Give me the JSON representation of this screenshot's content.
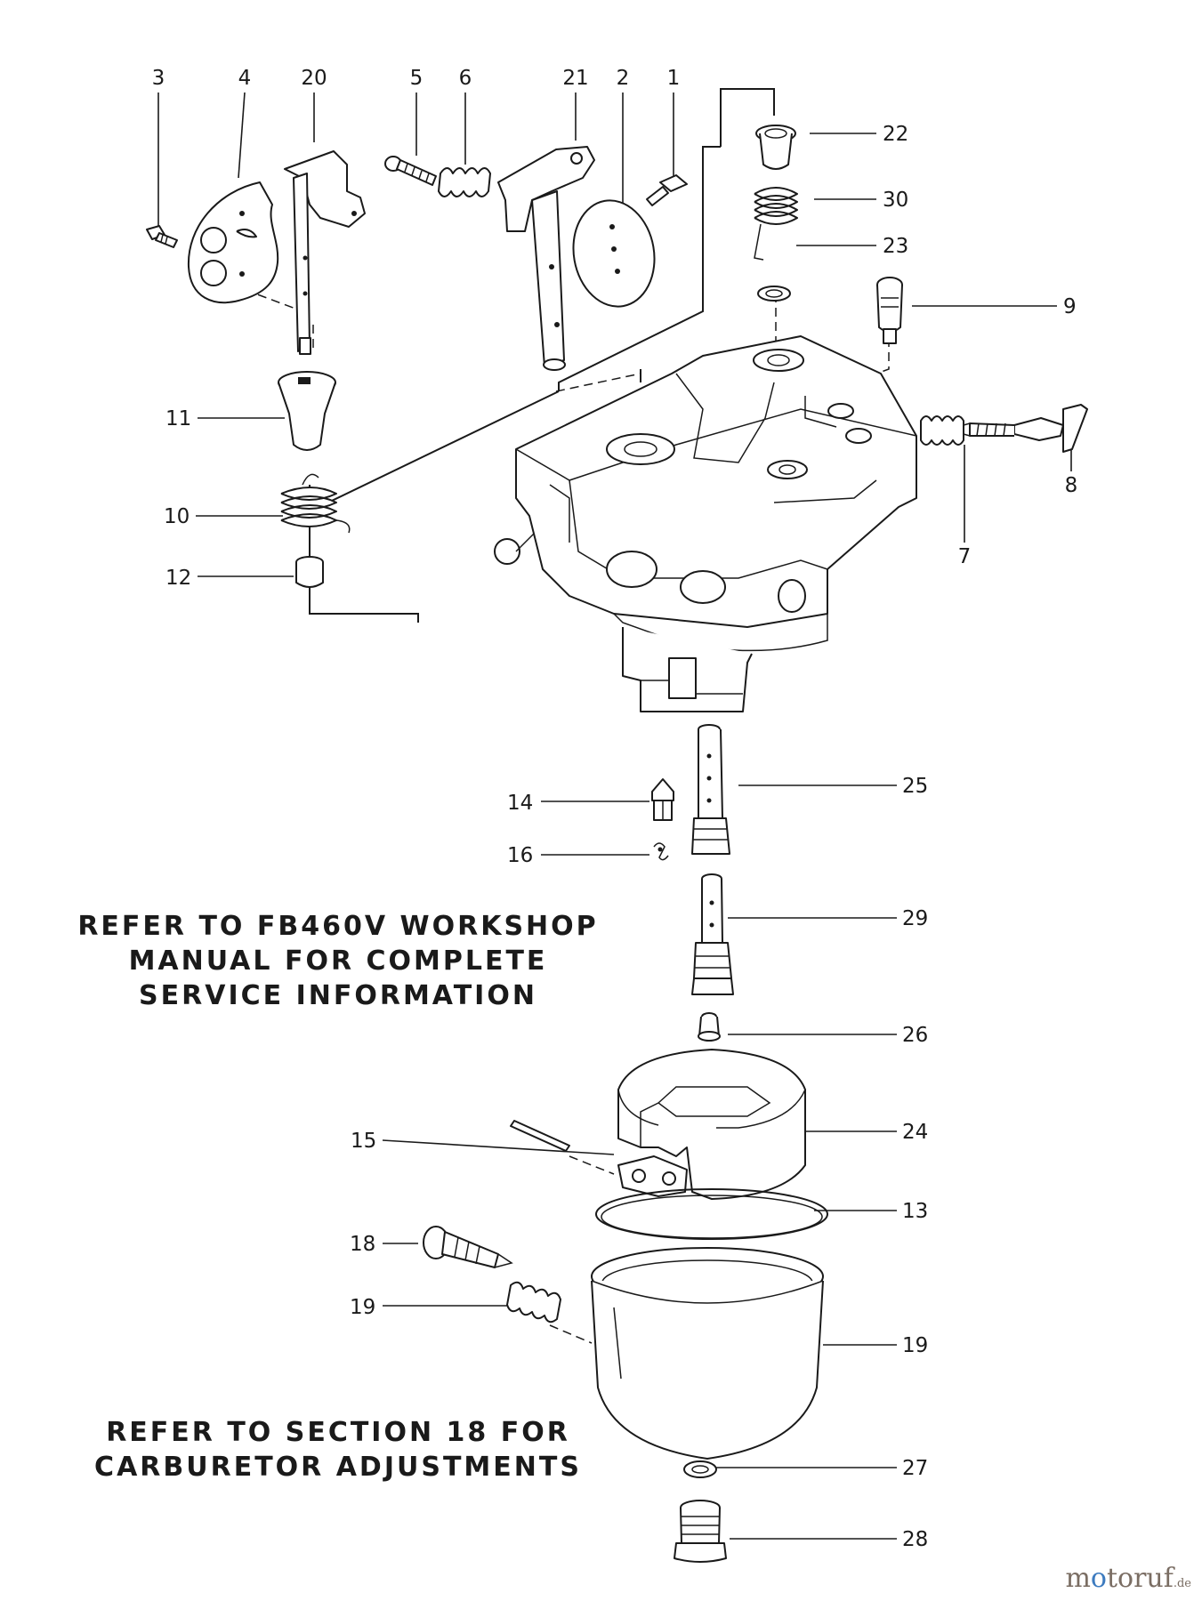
{
  "diagram": {
    "callouts": [
      {
        "id": "3",
        "text": "3"
      },
      {
        "id": "4",
        "text": "4"
      },
      {
        "id": "20",
        "text": "20"
      },
      {
        "id": "5",
        "text": "5"
      },
      {
        "id": "6",
        "text": "6"
      },
      {
        "id": "21",
        "text": "21"
      },
      {
        "id": "2",
        "text": "2"
      },
      {
        "id": "1",
        "text": "1"
      },
      {
        "id": "22",
        "text": "22"
      },
      {
        "id": "30",
        "text": "30"
      },
      {
        "id": "23",
        "text": "23"
      },
      {
        "id": "9",
        "text": "9"
      },
      {
        "id": "11",
        "text": "11"
      },
      {
        "id": "8",
        "text": "8"
      },
      {
        "id": "7",
        "text": "7"
      },
      {
        "id": "10",
        "text": "10"
      },
      {
        "id": "12",
        "text": "12"
      },
      {
        "id": "25",
        "text": "25"
      },
      {
        "id": "14",
        "text": "14"
      },
      {
        "id": "16",
        "text": "16"
      },
      {
        "id": "29",
        "text": "29"
      },
      {
        "id": "26",
        "text": "26"
      },
      {
        "id": "24",
        "text": "24"
      },
      {
        "id": "15",
        "text": "15"
      },
      {
        "id": "13",
        "text": "13"
      },
      {
        "id": "18",
        "text": "18"
      },
      {
        "id": "19a",
        "text": "19"
      },
      {
        "id": "19b",
        "text": "19"
      },
      {
        "id": "27",
        "text": "27"
      },
      {
        "id": "28",
        "text": "28"
      }
    ]
  },
  "notes": {
    "workshop": {
      "line1": "REFER TO FB460V WORKSHOP",
      "line2": "MANUAL FOR COMPLETE",
      "line3": "SERVICE INFORMATION"
    },
    "adjustments": {
      "line1": "REFER TO SECTION 18 FOR",
      "line2": "CARBURETOR ADJUSTMENTS"
    }
  },
  "watermark": {
    "brand_start": "m",
    "brand_o1": "o",
    "brand_rest": "toruf",
    "suffix": ".de"
  }
}
